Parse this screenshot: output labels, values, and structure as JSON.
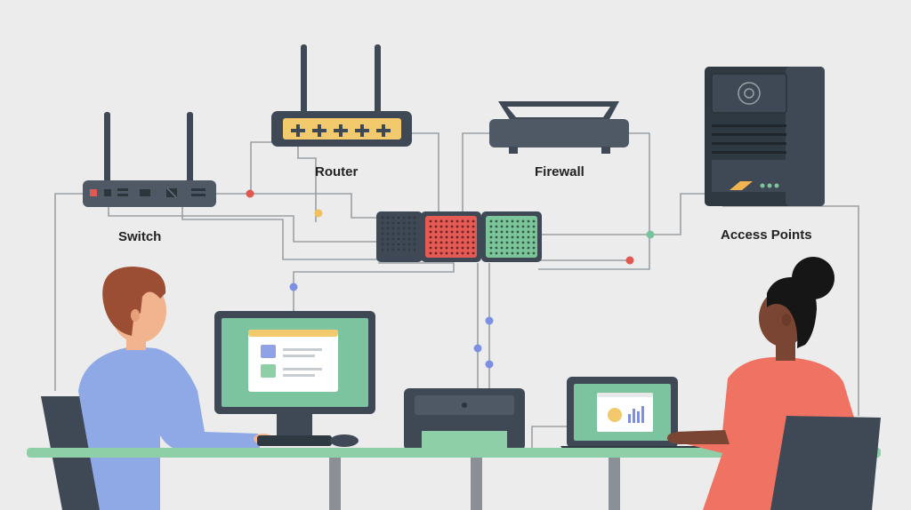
{
  "labels": {
    "switch": "Switch",
    "router": "Router",
    "firewall": "Firewall",
    "access_points": "Access Points"
  },
  "icons": {
    "router": "router-icon",
    "switch": "switch-icon",
    "firewall": "firewall-icon",
    "server": "server-tower-icon",
    "patch_panel": "patch-panel-icon",
    "monitor": "desktop-monitor-icon",
    "laptop": "laptop-icon",
    "printer": "printer-icon",
    "person_left": "man-at-computer-icon",
    "person_right": "woman-at-laptop-icon"
  },
  "colors": {
    "background": "#ececec",
    "device_dark": "#3e4955",
    "device_mid": "#4e5965",
    "accent_yellow": "#f2c96c",
    "accent_red": "#e45a55",
    "accent_green": "#7cc49a",
    "screen_green": "#7cc4a0",
    "wire": "#9aa0a6",
    "node_red": "#e2574f",
    "node_yellow": "#f0c15d",
    "node_green": "#78c49a",
    "node_blue": "#7c8fe0",
    "desk_top": "#8fcfa8",
    "shirt_blue": "#8fa8e6",
    "dress_coral": "#f07262"
  }
}
